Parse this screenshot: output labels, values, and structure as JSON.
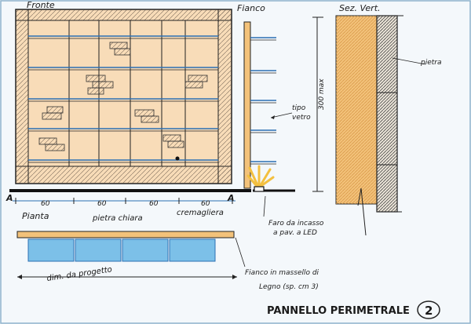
{
  "title": "PANNELLO PERIMETRALE",
  "sheet_number": "2",
  "views": {
    "front": "Fronte",
    "side": "Fianco",
    "section": "Sez. Vert.",
    "plan": "Pianta"
  },
  "labels": {
    "stone": "pietra",
    "light_stone": "pietra chiara",
    "glass_line1": "tipo",
    "glass_line2": "vetro",
    "height_dim": "300 max",
    "dims": [
      "60",
      "60",
      "60",
      "60"
    ],
    "section_mark": "A",
    "hinge": "cremagliera",
    "led_line1": "Faro da incasso",
    "led_line2": "a pav. a LED",
    "frame_line1": "Fianco in massello di",
    "frame_line2": "Legno (sp. cm 3)",
    "project_dim": "dim. da progetto"
  },
  "colors": {
    "paper": "#f4f8fb",
    "ink": "#1a1a1a",
    "wood": "#f3c27a",
    "stone_fill": "#f8dcb8",
    "glass": "#7cc0e8",
    "accent_blue": "#2b6fb3"
  }
}
